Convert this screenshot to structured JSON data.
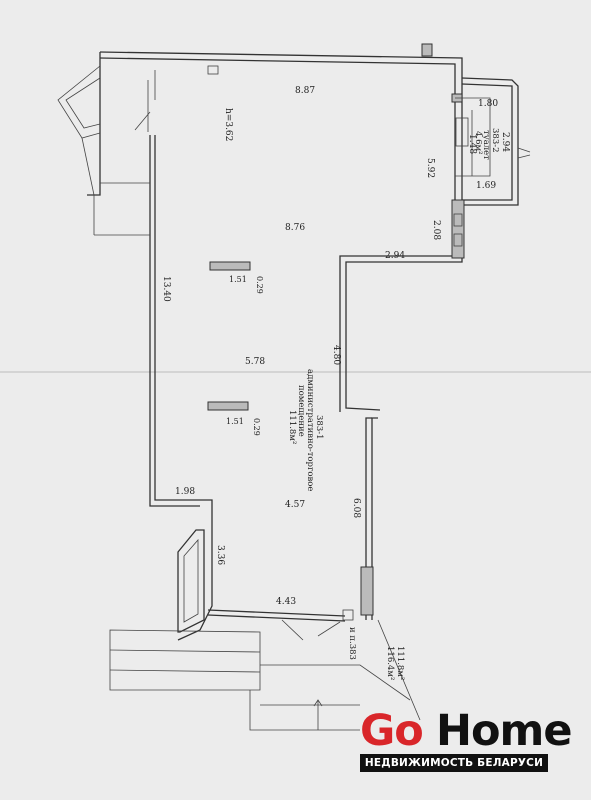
{
  "plan": {
    "ceiling_height": "h=3.62",
    "dims": {
      "top_width": "8.87",
      "hall_width": "8.76",
      "mid_width": "5.78",
      "lower_width": "4.57",
      "left_length": "13.40",
      "upper_right_height": "5.92",
      "right_lower_height": "6.08",
      "right_step_height": "4.80",
      "step_width": "2.94",
      "step_depth": "2.08",
      "wc_width_top": "1.80",
      "wc_width_bottom": "1.69",
      "wc_height": "2.94",
      "wc_inner": "1.48",
      "column1_w": "1.51",
      "column1_d": "0.29",
      "column2_w": "1.51",
      "column2_d": "0.29",
      "bay_width": "1.98",
      "bay_height": "3.36",
      "entrance_width": "4.43"
    },
    "rooms": {
      "main": {
        "number": "383-1",
        "name_line1": "административно-торговое",
        "name_line2": "помещение",
        "area": "111.8м²"
      },
      "wc": {
        "number": "383-2",
        "name": "туалет",
        "area": "4.6м²"
      },
      "entrance": {
        "name": "и п.383",
        "area1": "111.8м²",
        "area2": "116.4м²"
      }
    }
  },
  "brand": {
    "go": "Go",
    "home": "Home",
    "tagline": "НЕДВИЖИМОСТЬ БЕЛАРУСИ",
    "accent_color": "#d9262a"
  }
}
